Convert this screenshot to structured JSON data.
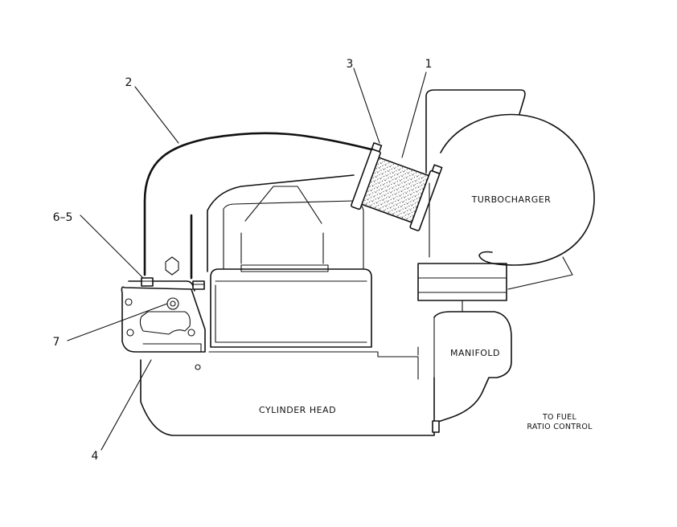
{
  "callouts": {
    "c1": "1",
    "c2": "2",
    "c3": "3",
    "c4": "4",
    "c65": "6–5",
    "c7": "7"
  },
  "components": {
    "turbocharger": "TURBOCHARGER",
    "manifold": "MANIFOLD",
    "cylinder_head": "CYLINDER HEAD",
    "fuel_ratio_line1": "TO FUEL",
    "fuel_ratio_line2": "RATIO CONTROL"
  }
}
